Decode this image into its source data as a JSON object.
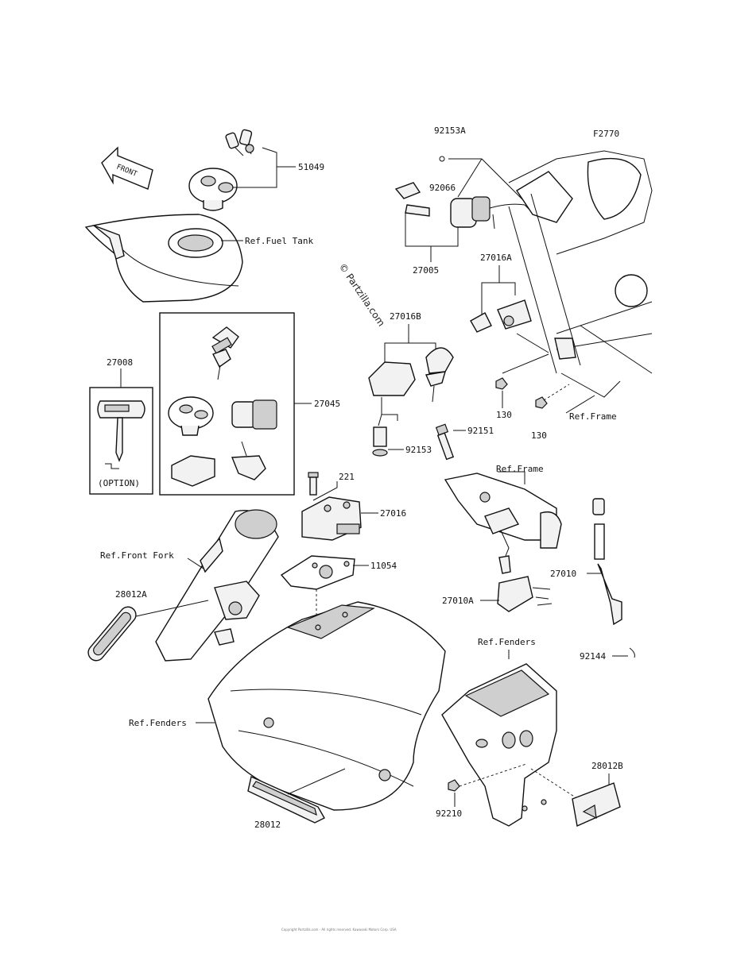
{
  "diagram": {
    "code": "F2770",
    "watermark": "© Partzilla.com",
    "footer": "Copyright Partzilla.com - All rights reserved. Kawasaki Motors Corp. USA",
    "front_arrow": "FRONT",
    "option_note": "(OPTION)",
    "part_numbers": {
      "p51049": "51049",
      "p27008": "27008",
      "p27045": "27045",
      "p92153A": "92153A",
      "p92066": "92066",
      "p27005": "27005",
      "p27016A": "27016A",
      "p27016B": "27016B",
      "p130a": "130",
      "p130b": "130",
      "p92151": "92151",
      "p92153": "92153",
      "p221": "221",
      "p27016": "27016",
      "p11054": "11054",
      "p28012A": "28012A",
      "p27010": "27010",
      "p27010A": "27010A",
      "p92144": "92144",
      "p28012B": "28012B",
      "p92210": "92210",
      "p28012": "28012"
    },
    "references": {
      "fuel_tank": "Ref.Fuel Tank",
      "frame_1": "Ref.Frame",
      "frame_2": "Ref.Frame",
      "front_fork": "Ref.Front Fork",
      "fenders_1": "Ref.Fenders",
      "fenders_2": "Ref.Fenders"
    }
  }
}
